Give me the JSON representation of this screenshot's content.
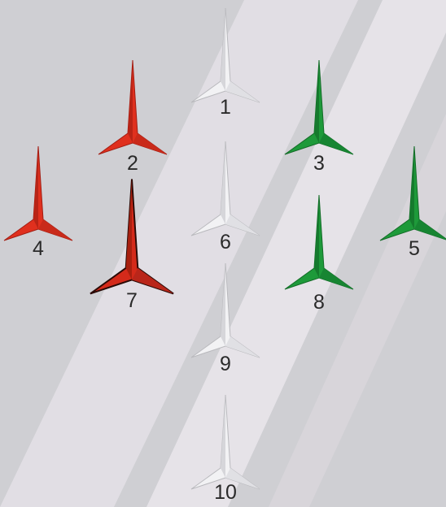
{
  "colors": {
    "red": "#e0301e",
    "green": "#1e9a3a",
    "white": "#f4f4f6",
    "background": "#cfcfd3",
    "stripe": "#e6e1e8"
  },
  "aircraft": [
    {
      "number": "1",
      "color": "white"
    },
    {
      "number": "2",
      "color": "red"
    },
    {
      "number": "3",
      "color": "green"
    },
    {
      "number": "4",
      "color": "red"
    },
    {
      "number": "5",
      "color": "green"
    },
    {
      "number": "6",
      "color": "white"
    },
    {
      "number": "7",
      "color": "red"
    },
    {
      "number": "8",
      "color": "green"
    },
    {
      "number": "9",
      "color": "white"
    },
    {
      "number": "10",
      "color": "white"
    }
  ]
}
